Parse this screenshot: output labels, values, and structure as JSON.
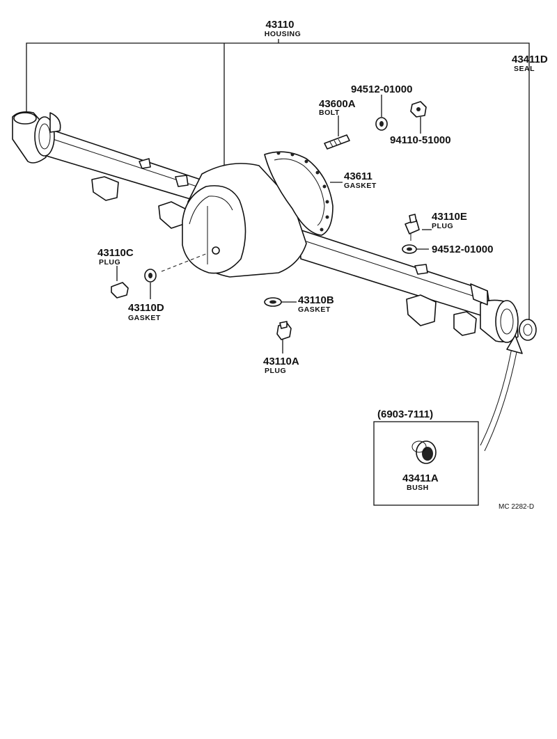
{
  "labels": {
    "housing": {
      "number": "43110",
      "caption": "HOUSING"
    },
    "seal": {
      "number": "43411D",
      "caption": "SEAL"
    },
    "washer_top": {
      "number": "94512-01000",
      "caption": ""
    },
    "bolt": {
      "number": "43600A",
      "caption": "BOLT"
    },
    "nut": {
      "number": "94110-51000",
      "caption": ""
    },
    "gasket_cov": {
      "number": "43611",
      "caption": "GASKET"
    },
    "plug_e": {
      "number": "43110E",
      "caption": "PLUG"
    },
    "washer_mid": {
      "number": "94512-01000",
      "caption": ""
    },
    "plug_c": {
      "number": "43110C",
      "caption": "PLUG"
    },
    "gasket_d": {
      "number": "43110D",
      "caption": "GASKET"
    },
    "gasket_b": {
      "number": "43110B",
      "caption": "GASKET"
    },
    "plug_a": {
      "number": "43110A",
      "caption": "PLUG"
    },
    "bush": {
      "number": "43411A",
      "caption": "BUSH"
    }
  },
  "inset": {
    "range": "(6903-7111)"
  },
  "reference_code": "MC 2282-D"
}
